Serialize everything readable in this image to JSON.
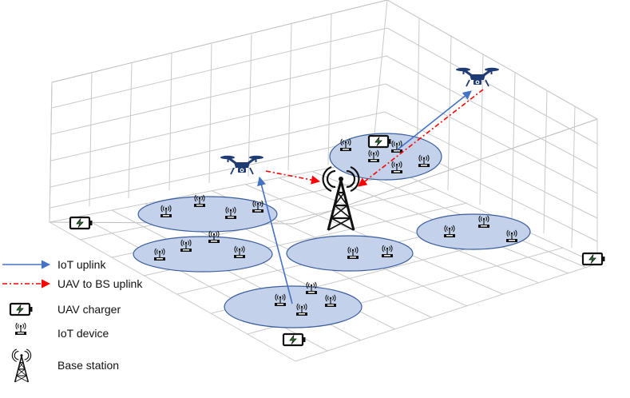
{
  "legend": [
    {
      "key": "iot-uplink",
      "label": "IoT uplink"
    },
    {
      "key": "uav-bs-uplink",
      "label": "UAV to BS uplink"
    },
    {
      "key": "uav-charger",
      "label": "UAV charger"
    },
    {
      "key": "iot-device",
      "label": "IoT device"
    },
    {
      "key": "base-station",
      "label": "Base station"
    }
  ],
  "colors": {
    "grid": "#c9c9c9",
    "cluster_fill": "#c3d1ea",
    "cluster_stroke": "#3b5d9b",
    "iot_uplink": "#4472c4",
    "uav_bs_uplink": "#ff0000",
    "drone": "#1f3b73",
    "charger": "#111111",
    "charger_bolt": "#2e7d32"
  },
  "icons": {
    "uav": "drone-icon",
    "charger": "battery-charger-icon",
    "iot_device": "iot-device-icon",
    "base_station": "cell-tower-icon"
  }
}
